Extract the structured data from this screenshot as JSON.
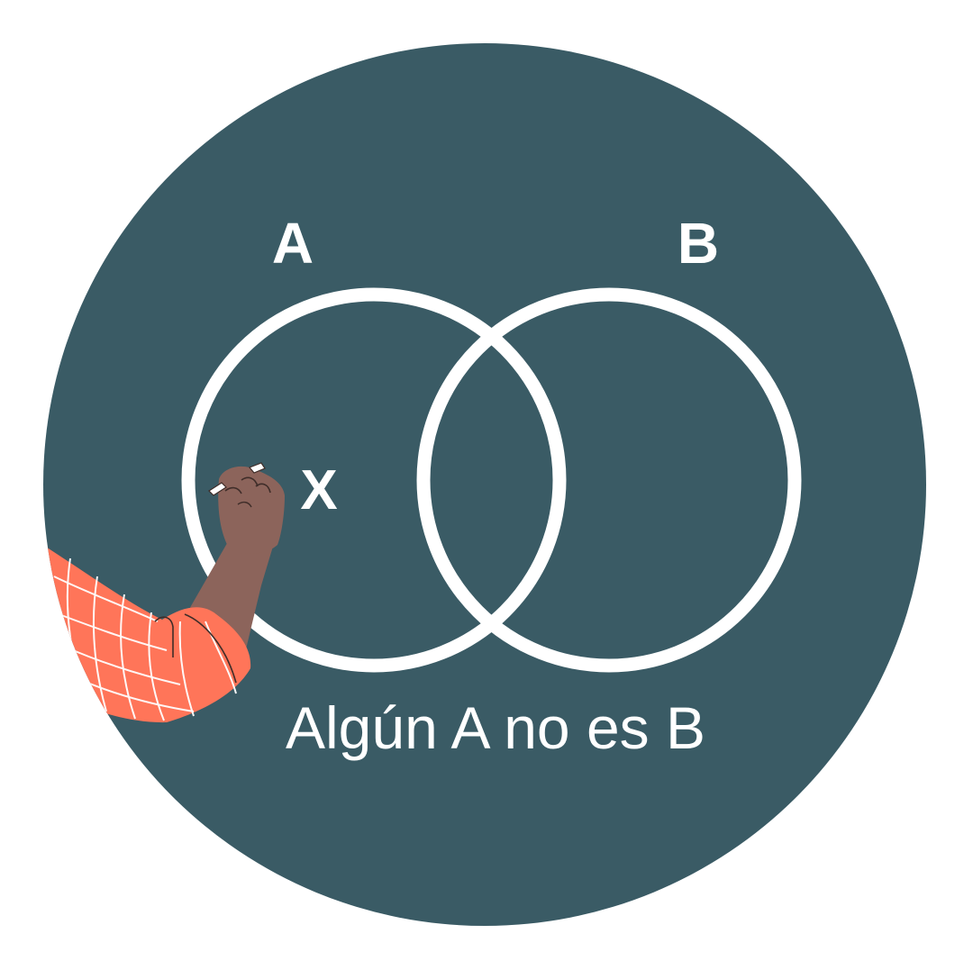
{
  "diagram": {
    "set_a_label": "A",
    "set_b_label": "B",
    "marker": "X",
    "caption": "Algún A no es B"
  },
  "colors": {
    "background": "#3a5b65",
    "outline": "#ffffff",
    "sleeve": "#ff7559",
    "skin": "#8c645b"
  },
  "icons": {
    "hand": "hand-holding-chalk-icon"
  }
}
